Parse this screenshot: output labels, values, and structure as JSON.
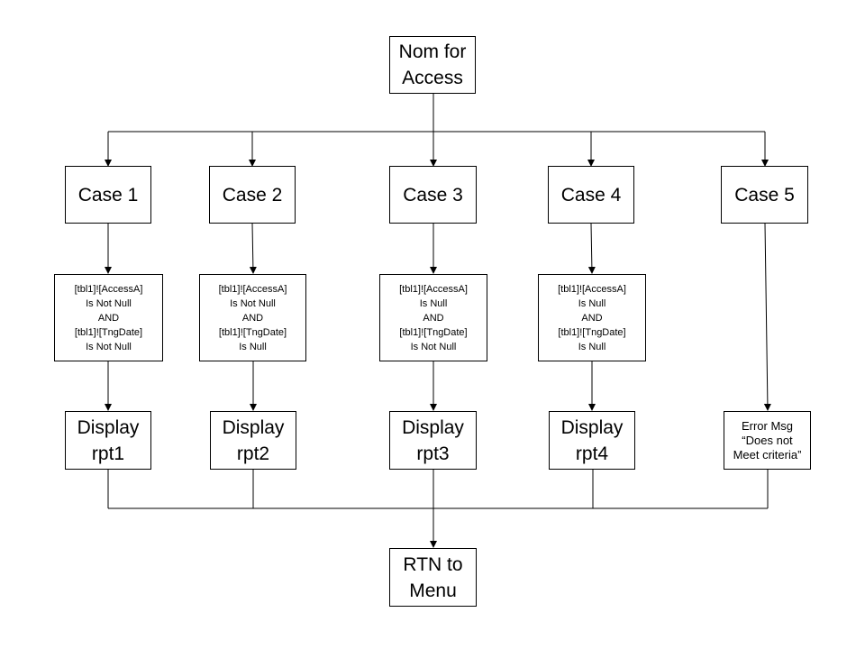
{
  "diagram": {
    "start": {
      "label": "Nom for\nAccess"
    },
    "cases": [
      {
        "label": "Case 1"
      },
      {
        "label": "Case 2"
      },
      {
        "label": "Case 3"
      },
      {
        "label": "Case 4"
      },
      {
        "label": "Case 5"
      }
    ],
    "conditions": [
      {
        "label": "[tbl1]![AccessA]\nIs Not Null\nAND\n[tbl1]![TngDate]\nIs Not Null"
      },
      {
        "label": "[tbl1]![AccessA]\nIs Not Null\nAND\n[tbl1]![TngDate]\nIs Null"
      },
      {
        "label": "[tbl1]![AccessA]\nIs Null\nAND\n[tbl1]![TngDate]\nIs Not Null"
      },
      {
        "label": "[tbl1]![AccessA]\nIs Null\nAND\n[tbl1]![TngDate]\nIs Null"
      }
    ],
    "outputs": [
      {
        "label": "Display\nrpt1"
      },
      {
        "label": "Display\nrpt2"
      },
      {
        "label": "Display\nrpt3"
      },
      {
        "label": "Display\nrpt4"
      },
      {
        "label": "Error Msg\n“Does not\nMeet criteria”"
      }
    ],
    "end": {
      "label": "RTN to\nMenu"
    }
  }
}
